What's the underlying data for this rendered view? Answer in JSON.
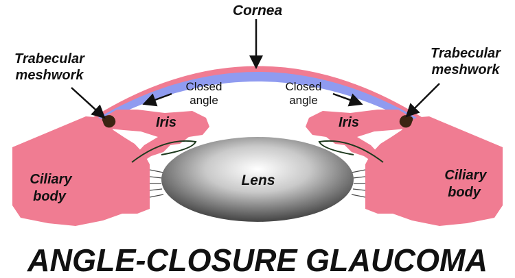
{
  "colors": {
    "tissue": "#f07c92",
    "tissue_dark": "#e25f78",
    "cornea_inner": "#8f9bf0",
    "meshwork": "#3b2412",
    "lens_light": "#ffffff",
    "lens_dark": "#4a4a4a",
    "text": "#111111"
  },
  "labels": {
    "cornea": "Cornea",
    "trabecular_left_1": "Trabecular",
    "trabecular_left_2": "meshwork",
    "trabecular_right_1": "Trabecular",
    "trabecular_right_2": "meshwork",
    "closed_angle_left_1": "Closed",
    "closed_angle_left_2": "angle",
    "closed_angle_right_1": "Closed",
    "closed_angle_right_2": "angle",
    "iris_left": "Iris",
    "iris_right": "Iris",
    "lens": "Lens",
    "ciliary_left_1": "Ciliary",
    "ciliary_left_2": "body",
    "ciliary_right_1": "Ciliary",
    "ciliary_right_2": "body"
  },
  "title": "ANGLE-CLOSURE GLAUCOMA"
}
